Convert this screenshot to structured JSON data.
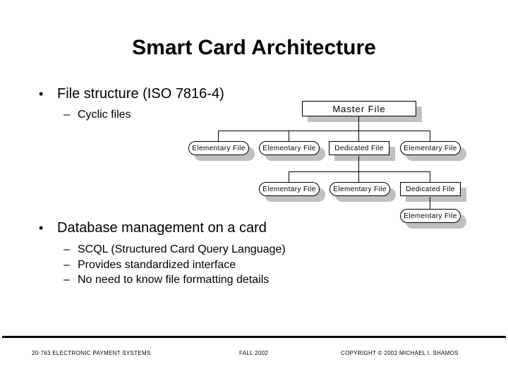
{
  "slide": {
    "title": "Smart Card Architecture",
    "background_color": "#ffffff",
    "text_color": "#000000"
  },
  "content": {
    "bullets": [
      {
        "label": "File structure (ISO 7816-4)",
        "marker": "•",
        "sub": [
          {
            "marker": "–",
            "label": "Cyclic files"
          }
        ]
      },
      {
        "label": "Database management on a card",
        "marker": "•",
        "sub": [
          {
            "marker": "–",
            "label": "SCQL (Structured Card Query Language)"
          },
          {
            "marker": "–",
            "label": "Provides standardized interface"
          },
          {
            "marker": "–",
            "label": "No need to know file formatting details"
          }
        ]
      }
    ]
  },
  "diagram": {
    "name": "iso-7816-4-file-structure-tree",
    "shadow_color": "#c0c0c0",
    "line_color": "#000000",
    "node_fill": "#ffffff",
    "nodes": [
      {
        "id": "mf",
        "label": "Master  File",
        "shape": "rect",
        "level": 0
      },
      {
        "id": "ef1",
        "label": "Elementary  File",
        "shape": "pill",
        "level": 1
      },
      {
        "id": "ef2",
        "label": "Elementary  File",
        "shape": "pill",
        "level": 1
      },
      {
        "id": "df1",
        "label": "Dedicated File",
        "shape": "rect",
        "level": 1
      },
      {
        "id": "ef3",
        "label": "Elementary  File",
        "shape": "pill",
        "level": 1
      },
      {
        "id": "ef4",
        "label": "Elementary  File",
        "shape": "pill",
        "level": 2
      },
      {
        "id": "ef5",
        "label": "Elementary  File",
        "shape": "pill",
        "level": 2
      },
      {
        "id": "df2",
        "label": "Dedicated File",
        "shape": "rect",
        "level": 2
      },
      {
        "id": "ef6",
        "label": "Elementary  File",
        "shape": "pill",
        "level": 3
      }
    ],
    "edges": [
      {
        "from": "mf",
        "to": "ef1"
      },
      {
        "from": "mf",
        "to": "ef2"
      },
      {
        "from": "mf",
        "to": "df1"
      },
      {
        "from": "mf",
        "to": "ef3"
      },
      {
        "from": "df1",
        "to": "ef4"
      },
      {
        "from": "df1",
        "to": "ef5"
      },
      {
        "from": "df1",
        "to": "df2"
      },
      {
        "from": "df2",
        "to": "ef6"
      }
    ]
  },
  "footer": {
    "left": "20-763 ELECTRONIC PAYMENT SYSTEMS",
    "center": "FALL 2002",
    "right": "COPYRIGHT © 2002 MICHAEL I. SHAMOS"
  }
}
